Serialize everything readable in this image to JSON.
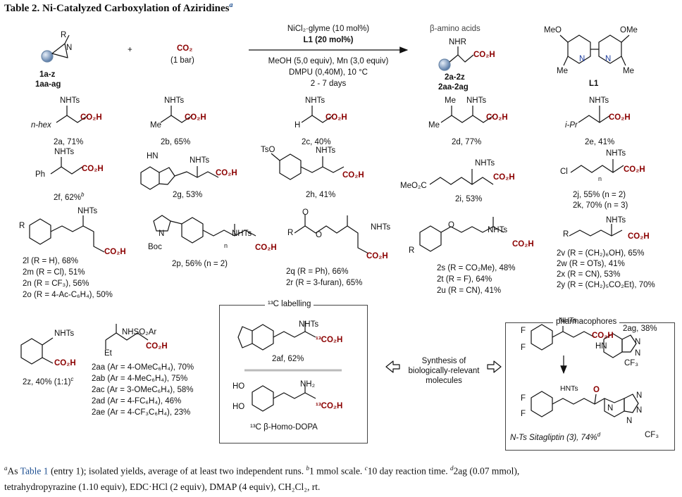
{
  "header": {
    "table_label": "Table 2. Ni-Catalyzed Carboxylation of Aziridines",
    "table_mark": "a"
  },
  "scheme": {
    "aziridine_label_1": "1a-z",
    "aziridine_label_2": "1aa-ag",
    "aziridine_r": "R",
    "aziridine_n": "N",
    "plus": "+",
    "co2": "CO₂",
    "co2_pressure": "(1 bar)",
    "cond_top_1": "NiCl₂·glyme (10 mol%)",
    "cond_top_2": "L1 (20 mol%)",
    "cond_bot_1": "MeOH (5,0 equiv), Mn (3,0 equiv)",
    "cond_bot_2": "DMPU (0,40M), 10 °C",
    "cond_bot_3": "2 - 7 days",
    "beta_caption": "β-amino acids",
    "product_nhr": "NHR",
    "product_co2h": "CO₂H",
    "product_label_1": "2a-2z",
    "product_label_2": "2aa-2ag",
    "ligand_ome_left": "MeO",
    "ligand_ome_right": "OMe",
    "ligand_me_left": "Me",
    "ligand_me_right": "Me",
    "ligand_n": "N",
    "ligand_label": "L1"
  },
  "products": {
    "nhts": "NHTs",
    "nh2": "NH₂",
    "co2h": "CO₂H",
    "c13_co2h": "¹³CO₂H",
    "r2a_sub": "n-hex",
    "r2a_cap": "2a, 71%",
    "r2b_sub": "Me",
    "r2b_cap": "2b, 65%",
    "r2c_sub": "H",
    "r2c_cap": "2c, 40%",
    "r2d_sub": "Me",
    "r2d_me2": "Me",
    "r2d_cap": "2d, 77%",
    "r2e_sub": "i-Pr",
    "r2e_cap": "2e, 41%",
    "r2f_sub": "Ph",
    "r2f_cap": "2f, 62%",
    "r2f_note": "b",
    "r2g_hn": "HN",
    "r2g_cap": "2g, 53%",
    "r2h_tso": "TsO",
    "r2h_cap": "2h, 41%",
    "r2i_sub": "MeO₂C",
    "r2i_cap": "2i, 53%",
    "r2jk_sub": "Cl",
    "r2jk_n": "n",
    "r2j_cap": "2j, 55% (n = 2)",
    "r2k_cap": "2k, 70% (n = 3)",
    "r2lo_r": "R",
    "r2l_cap": "2l (R = H), 68%",
    "r2m_cap": "2m (R = Cl), 51%",
    "r2n_cap": "2n (R = CF₃), 56%",
    "r2o_cap": "2o (R = 4-Ac-C₆H₄), 50%",
    "r2p_n": "N",
    "r2p_boc": "Boc",
    "r2p_n2": "n",
    "r2p_cap": "2p, 56% (n = 2)",
    "r2qr_r": "R",
    "r2qr_o": "O",
    "r2q_cap": "2q (R = Ph), 66%",
    "r2r_cap": "2r (R = 3-furan), 65%",
    "r2su_r": "R",
    "r2su_o": "O",
    "r2s_cap": "2s (R = CO₂Me), 48%",
    "r2t_cap": "2t (R = F), 64%",
    "r2u_cap": "2u (R = CN), 41%",
    "r2vy_r": "R",
    "r2v_cap": "2v (R = (CH₂)₆OH), 65%",
    "r2w_cap": "2w (R = OTs), 41%",
    "r2x_cap": "2x (R = CN), 53%",
    "r2y_cap": "2y (R = (CH₂)₅CO₂Et), 70%",
    "r2z_cap": "2z, 40% (1:1)",
    "r2z_note": "c",
    "r2aa_top": "NHSO₂Ar",
    "r2aa_et": "Et",
    "r2aa_cap": "2aa (Ar = 4-OMeC₆H₄), 70%",
    "r2ab_cap": "2ab (Ar = 4-MeC₆H₄), 75%",
    "r2ac_cap": "2ac (Ar = 3-OMeC₆H₄), 58%",
    "r2ad_cap": "2ad (Ar = 4-FC₆H₄), 46%",
    "r2ae_cap": "2ae (Ar = 4-CF₃C₆H₄), 23%"
  },
  "labelling_box": {
    "caption": "¹³C labelling",
    "r2af_cap": "2af, 62%",
    "ho1": "HO",
    "ho2": "HO",
    "dopa_cap": "¹³C β-Homo-DOPA"
  },
  "synthesis_text": {
    "line1": "Synthesis of",
    "line2": "biologically-relevant",
    "line3": "molecules"
  },
  "pharma_box": {
    "caption": "pharmacophores",
    "f": "F",
    "r2ag_cap": "2ag, 38%",
    "hn": "HN",
    "n": "N",
    "cf3": "CF₃",
    "hnts": "HNTs",
    "o": "O",
    "sita_cap": "N-Ts Sitagliptin (3), 74%",
    "sita_note": "d"
  },
  "footnote": {
    "a_mark": "a",
    "a_text_1": "As ",
    "a_link": "Table 1",
    "a_text_2": " (entry 1); isolated yields, average of at least two independent runs. ",
    "b_mark": "b",
    "b_text": "1 mmol scale. ",
    "c_mark": "c",
    "c_text": "10 day reaction time. ",
    "d_mark": "d",
    "d_text": "2ag (0.07 mmol),",
    "line2": "tetrahydropyrazine (1.10 equiv), EDC·HCl (2 equiv), DMAP (4 equiv), CH₂Cl₂, rt."
  },
  "colors": {
    "acid_red": "#8b0000",
    "link_blue": "#1d4f91",
    "ligand_n_blue": "#1f3f9f",
    "sphere_blue": "#9ab1cc"
  }
}
